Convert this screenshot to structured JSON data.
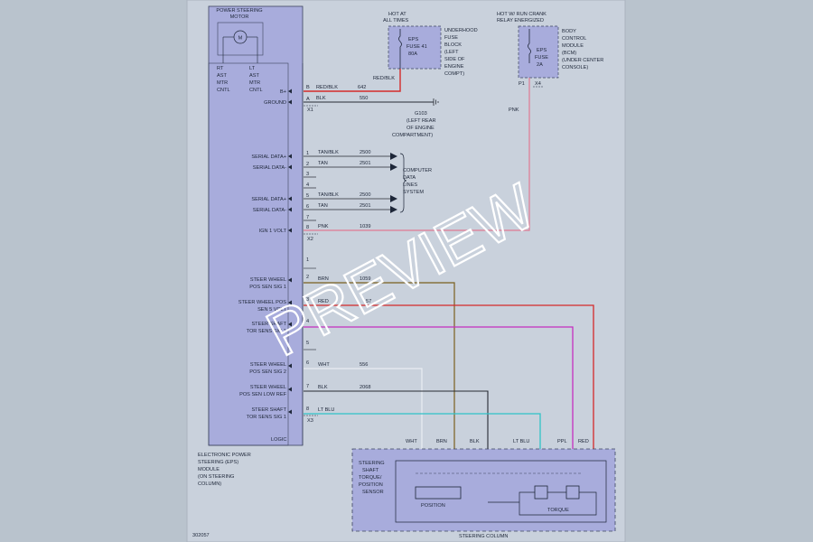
{
  "diagram_id": "302057",
  "watermark": "PREVIEW",
  "module": {
    "title_lines": [
      "ELECTRONIC POWER",
      "STEERING (EPS)",
      "MODULE",
      "(ON STEERING",
      "COLUMN)"
    ],
    "logic_label": "LOGIC",
    "motor_title_lines": [
      "POWER STEERING",
      "MOTOR"
    ],
    "motor_symbol": "M",
    "rt_lines": [
      "RT",
      "AST",
      "MTR",
      "CNTL"
    ],
    "lt_lines": [
      "LT",
      "AST",
      "MTR",
      "CNTL"
    ],
    "pin_labels": {
      "b_plus": "B+",
      "ground": "GROUND",
      "serial1p": "SERIAL DATA+",
      "serial1m": "SERIAL DATA-",
      "serial2p": "SERIAL DATA+",
      "serial2m": "SERIAL DATA-",
      "ign": "IGN 1 VOLT",
      "sig1_l1": "STEER WHEEL",
      "sig1_l2": "POS SEN SIG 1",
      "v5_l1": "STEER WHEEL POS",
      "v5_l2": "SEN 5 VOLT",
      "tor1_l1": "STEER SHAFT",
      "tor1_l2": "TOR SENS SIG 1",
      "sig2_l1": "STEER WHEEL",
      "sig2_l2": "POS SEN SIG 2",
      "lowref_l1": "STEER WHEEL",
      "lowref_l2": "POS SEN LOW REF",
      "tor2_l1": "STEER SHAFT",
      "tor2_l2": "TOR SENS SIG 1"
    }
  },
  "connectors": {
    "x1": "X1",
    "x2": "X2",
    "x3": "X3",
    "x4": "X4",
    "p1": "P1"
  },
  "top_left": {
    "hot_lines": [
      "HOT AT",
      "ALL TIMES"
    ],
    "fuse_lines": [
      "EPS",
      "FUSE 41",
      "80A"
    ],
    "block_lines": [
      "UNDERHOOD",
      "FUSE",
      "BLOCK",
      "(LEFT",
      "SIDE OF",
      "ENGINE",
      "COMPT)"
    ]
  },
  "top_right": {
    "hot_lines": [
      "HOT W/ RUN CRANK",
      "RELAY ENERGIZED"
    ],
    "fuse_lines": [
      "EPS",
      "FUSE",
      "2A"
    ],
    "bcm_lines": [
      "BODY",
      "CONTROL",
      "MODULE",
      "(BCM)",
      "(UNDER CENTER",
      "CONSOLE)"
    ]
  },
  "ground": {
    "label": "G103",
    "desc_lines": [
      "(LEFT REAR",
      "OF ENGINE",
      "COMPARTMENT)"
    ]
  },
  "computer_lines": [
    "COMPUTER",
    "DATA",
    "LINES",
    "SYSTEM"
  ],
  "wires": {
    "b_plus": {
      "pin": "B",
      "color": "RED/BLK",
      "circuit": "642",
      "top_label": "RED/BLK"
    },
    "ground": {
      "pin": "A",
      "color": "BLK",
      "circuit": "550"
    },
    "serial1p": {
      "pin": "1",
      "color": "TAN/BLK",
      "circuit": "2500"
    },
    "serial1m": {
      "pin": "2",
      "color": "TAN",
      "circuit": "2501"
    },
    "pin3": {
      "pin": "3"
    },
    "pin4": {
      "pin": "4"
    },
    "serial2p": {
      "pin": "5",
      "color": "TAN/BLK",
      "circuit": "2500"
    },
    "serial2m": {
      "pin": "6",
      "color": "TAN",
      "circuit": "2501"
    },
    "pin7": {
      "pin": "7"
    },
    "ign": {
      "pin": "8",
      "color": "PNK",
      "circuit": "1039",
      "vertical_label": "PNK"
    },
    "x3_pin1": {
      "pin": "1"
    },
    "sig1": {
      "pin": "2",
      "color": "BRN",
      "circuit": "1059"
    },
    "v5": {
      "pin": "3",
      "color": "RED",
      "circuit": "57"
    },
    "tor1": {
      "pin": "4"
    },
    "x3_pin5": {
      "pin": "5"
    },
    "sig2": {
      "pin": "6",
      "color": "WHT",
      "circuit": "556"
    },
    "lowref": {
      "pin": "7",
      "color": "BLK",
      "circuit": "2068"
    },
    "tor2": {
      "pin": "8",
      "color": "LT BLU"
    }
  },
  "sensor": {
    "title_lines": [
      "STEERING",
      "SHAFT",
      "TORQUE/",
      "POSITION",
      "SENSOR"
    ],
    "position_label": "POSITION",
    "torque_label": "TORQUE",
    "column_label": "STEERING COLUMN",
    "wire_labels": [
      "WHT",
      "BRN",
      "BLK",
      "LT BLU",
      "PPL",
      "RED"
    ]
  },
  "colors": {
    "background": "#b9c3cd",
    "paper": "#c9d1dc",
    "module_fill": "#a8acdc",
    "red": "#d42a2a",
    "pink": "#e07a93",
    "brown": "#7a5f1e",
    "purple": "#c52ec0",
    "white_wire": "#e9edf2",
    "light_blue": "#30c3c7",
    "black_wire": "#262a33"
  }
}
